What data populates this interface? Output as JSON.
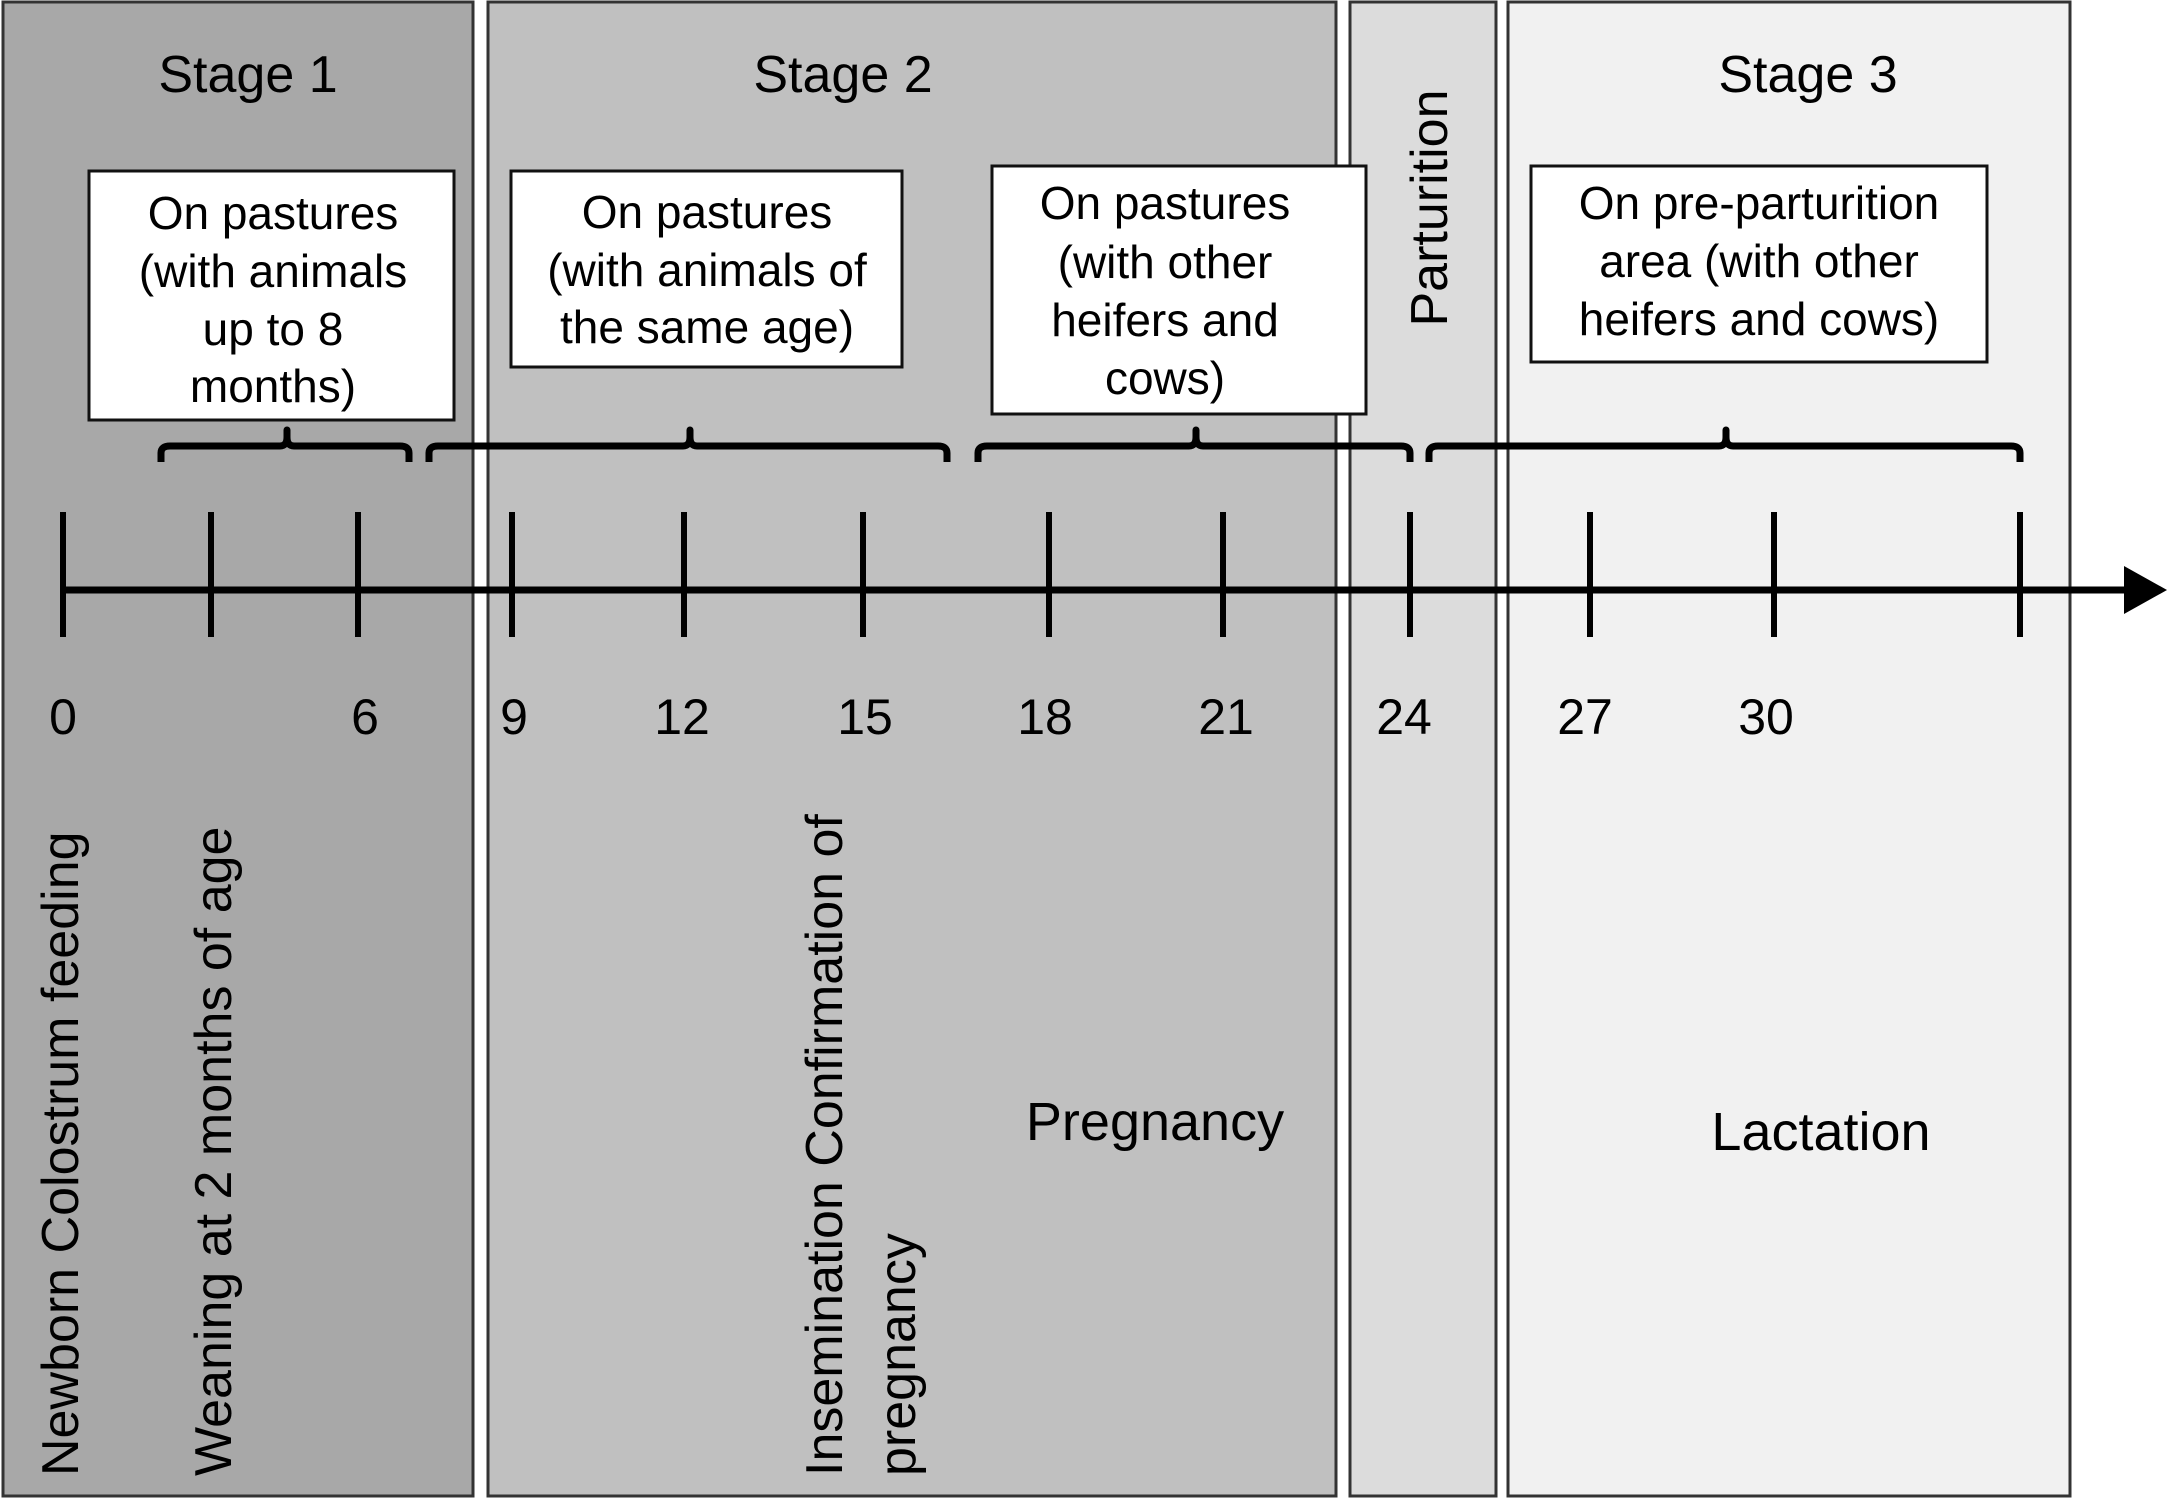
{
  "panels": {
    "stage1": {
      "title": "Stage 1",
      "fill": "#a8a8a8"
    },
    "stage2": {
      "title": "Stage 2",
      "fill": "#c0c0c0"
    },
    "parturition": {
      "title": "Parturition",
      "fill": "#dcdcdc"
    },
    "stage3": {
      "title": "Stage 3",
      "fill": "#f1f1f1"
    }
  },
  "boxes": {
    "b1": [
      "On pastures",
      "(with animals",
      "up to 8",
      "months)"
    ],
    "b2": [
      "On pastures",
      "(with animals of",
      "the same age)"
    ],
    "b3": [
      "On pastures",
      "(with other",
      "heifers and",
      "cows)"
    ],
    "b4": [
      "On pre-parturition",
      "area (with other",
      "heifers and cows)"
    ]
  },
  "axis": {
    "tick_labels": [
      "0",
      "6",
      "9",
      "12",
      "15",
      "18",
      "21",
      "24",
      "27",
      "30"
    ]
  },
  "events": {
    "newborn": "Newborn Colostrum feeding",
    "weaning": "Weaning at 2 months of age",
    "insemination_line1": "Insemination Confirmation of",
    "insemination_line2": "pregnancy"
  },
  "phases": {
    "pregnancy": "Pregnancy",
    "lactation": "Lactation"
  }
}
